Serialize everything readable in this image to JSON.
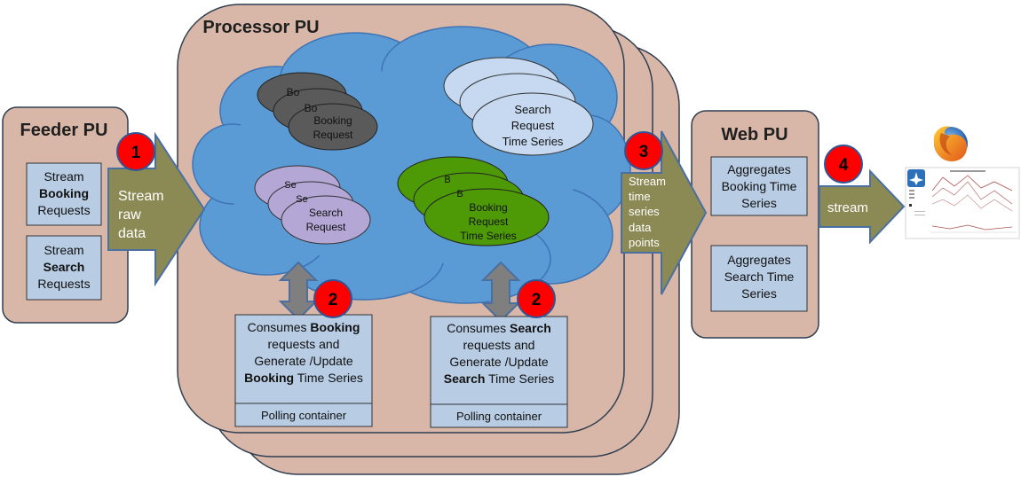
{
  "feeder": {
    "title": "Feeder PU",
    "box1": {
      "l1": "Stream",
      "l2": "Booking",
      "l3": "Requests"
    },
    "box2": {
      "l1": "Stream",
      "l2": "Search",
      "l3": "Requests"
    }
  },
  "arrow1": {
    "l1": "Stream",
    "l2": "raw",
    "l3": "data"
  },
  "processor": {
    "title": "Processor PU",
    "booking_stack": {
      "front1": "Booking",
      "front2": "Request",
      "back1": "Bo",
      "back2": "Bo"
    },
    "search_ts_stack": {
      "l1": "Search",
      "l2": "Request",
      "l3": "Time Series"
    },
    "search_stack": {
      "l1": "Search",
      "l2": "Request",
      "back1": "Se",
      "back2": "Se"
    },
    "booking_ts_stack": {
      "l1": "Booking",
      "l2": "Request",
      "l3": "Time Series",
      "back1": "B",
      "back2": "B"
    },
    "consumer_booking": {
      "pre": "Consumes ",
      "b1": "Booking",
      "l2": "requests and",
      "l3": "Generate /Update",
      "b4": "Booking",
      "l4rest": " Time Series",
      "footer": "Polling container"
    },
    "consumer_search": {
      "pre": "Consumes ",
      "b1": "Search",
      "l2": "requests and",
      "l3": "Generate /Update",
      "b4": "Search",
      "l4rest": " Time Series",
      "footer": "Polling container"
    }
  },
  "arrow3": {
    "l1": "Stream",
    "l2": "time",
    "l3": "series",
    "l4": "data",
    "l5": "points"
  },
  "web": {
    "title": "Web PU",
    "box1": {
      "l1": "Aggregates",
      "l2": "Booking Time",
      "l3": "Series"
    },
    "box2": {
      "l1": "Aggregates",
      "l2": "Search Time",
      "l3": "Series"
    }
  },
  "arrow4": {
    "label": "stream"
  },
  "badges": {
    "b1": "1",
    "b2a": "2",
    "b2b": "2",
    "b3": "3",
    "b4": "4"
  },
  "colors": {
    "pu_fill": "#d8b7a8",
    "cloud": "#5b9bd5",
    "box_fill": "#b8cce4",
    "arrow": "#8b8a55",
    "badge": "#ff0000",
    "dark_ellipse": "#5a5a5a",
    "lavender_ellipse": "#b4a7d6",
    "green_ellipse": "#4e9a06",
    "light_ellipse": "#c6d9f1"
  },
  "icons": [
    "firefox-icon",
    "chart-thumbnail"
  ]
}
